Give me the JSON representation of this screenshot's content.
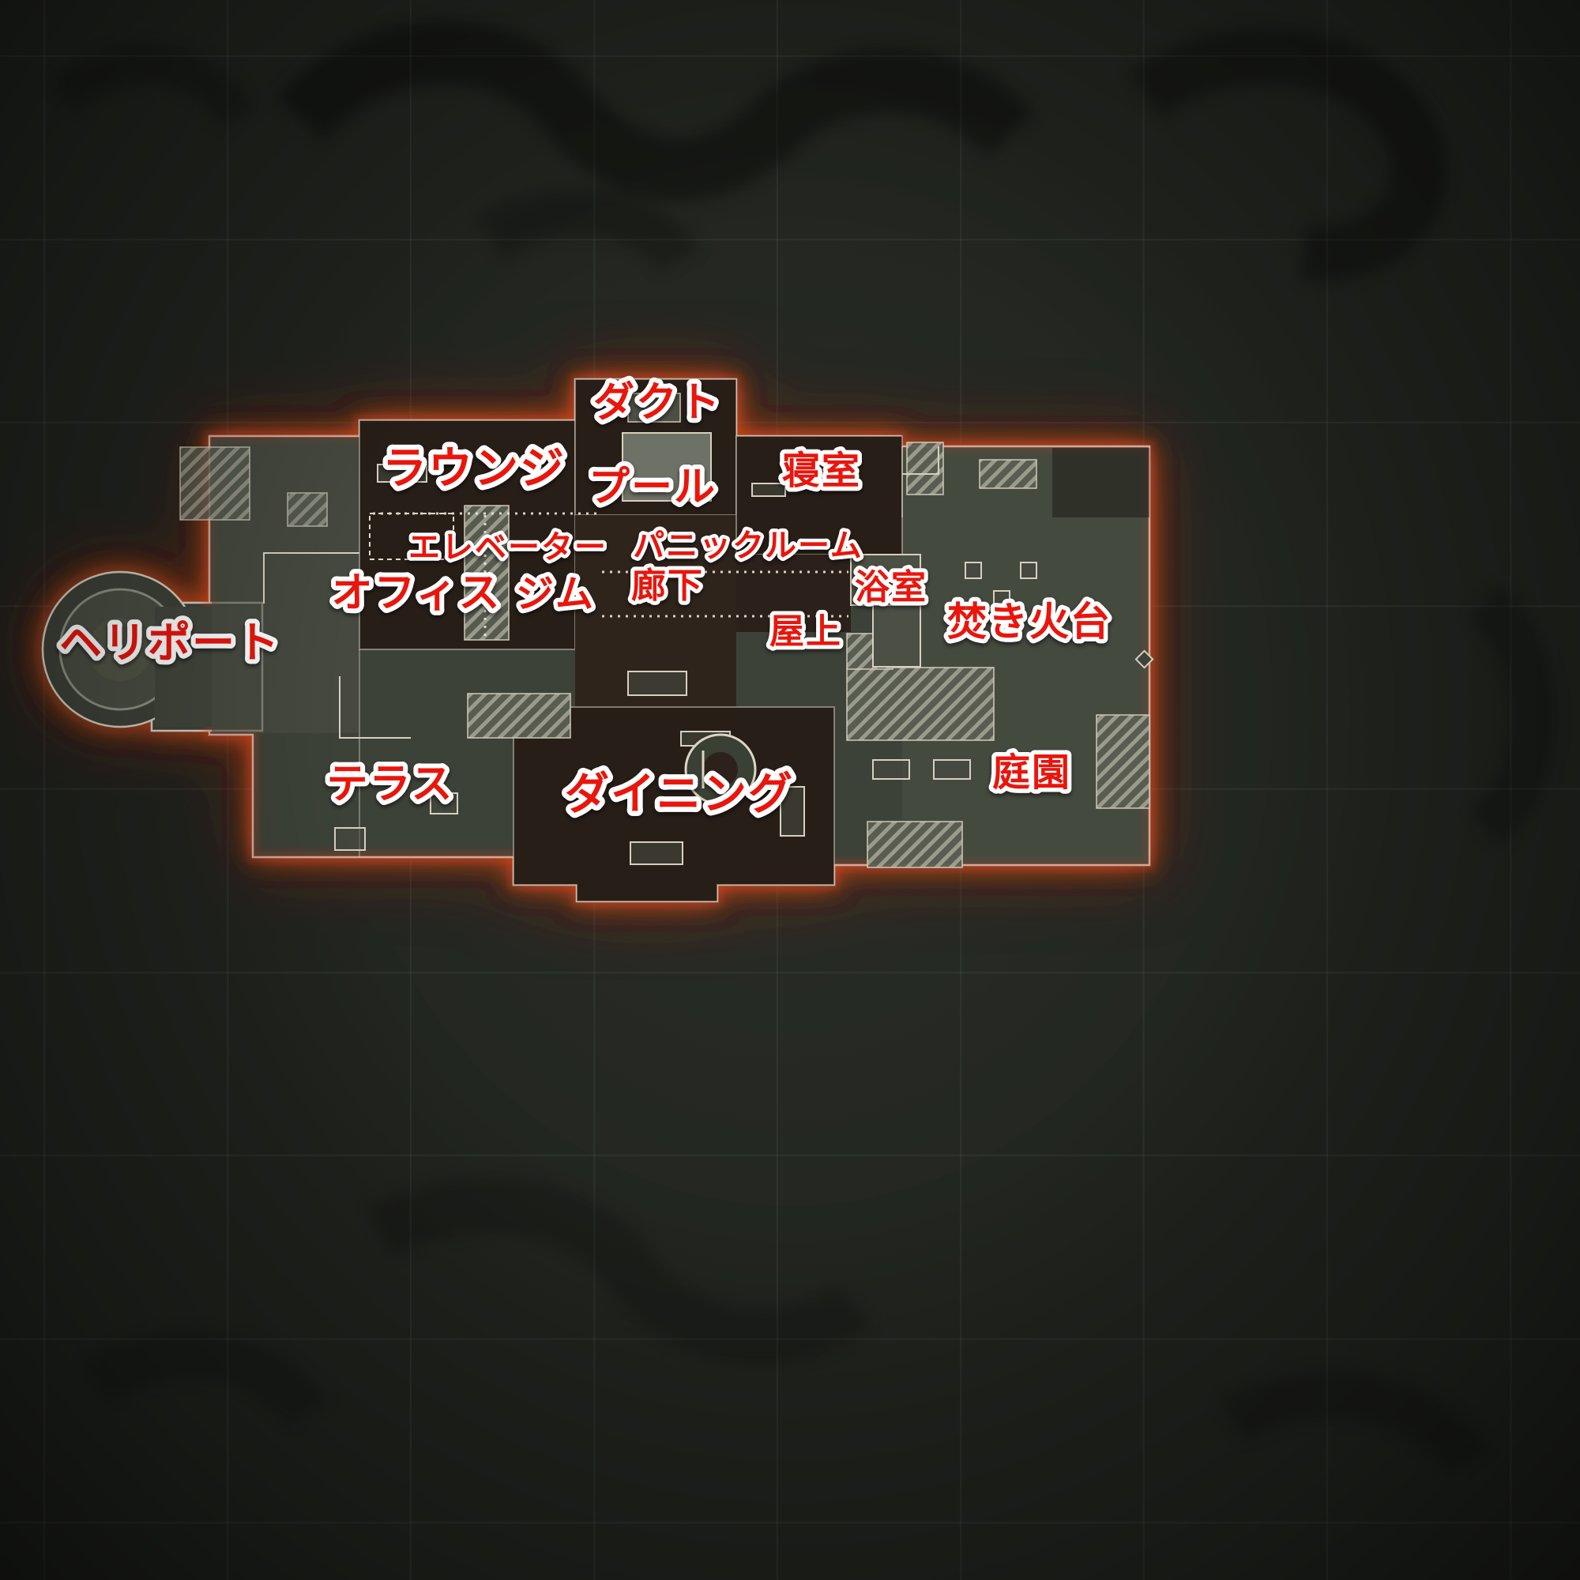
{
  "map": {
    "labels": [
      {
        "id": "duct",
        "text": "ダクト"
      },
      {
        "id": "lounge",
        "text": "ラウンジ"
      },
      {
        "id": "pool",
        "text": "プール"
      },
      {
        "id": "bedroom",
        "text": "寝室"
      },
      {
        "id": "elevator",
        "text": "エレベーター"
      },
      {
        "id": "panic-room",
        "text": "パニックルーム"
      },
      {
        "id": "office",
        "text": "オフィス"
      },
      {
        "id": "gym",
        "text": "ジム"
      },
      {
        "id": "hallway",
        "text": "廊下"
      },
      {
        "id": "bathroom",
        "text": "浴室"
      },
      {
        "id": "heliport",
        "text": "ヘリポート"
      },
      {
        "id": "rooftop",
        "text": "屋上"
      },
      {
        "id": "fire-pit",
        "text": "焚き火台"
      },
      {
        "id": "terrace",
        "text": "テラス"
      },
      {
        "id": "dining",
        "text": "ダイニング"
      },
      {
        "id": "garden",
        "text": "庭園"
      }
    ],
    "colors": {
      "label_fill": "#e8150c",
      "label_stroke": "#ffffff",
      "edge_glow": "#c23a10",
      "floor": "#474b40",
      "room_dark": "#281e18",
      "wall_line": "#d6d0c0",
      "background": "#21241f",
      "grid_line": "#8caaaa"
    }
  }
}
